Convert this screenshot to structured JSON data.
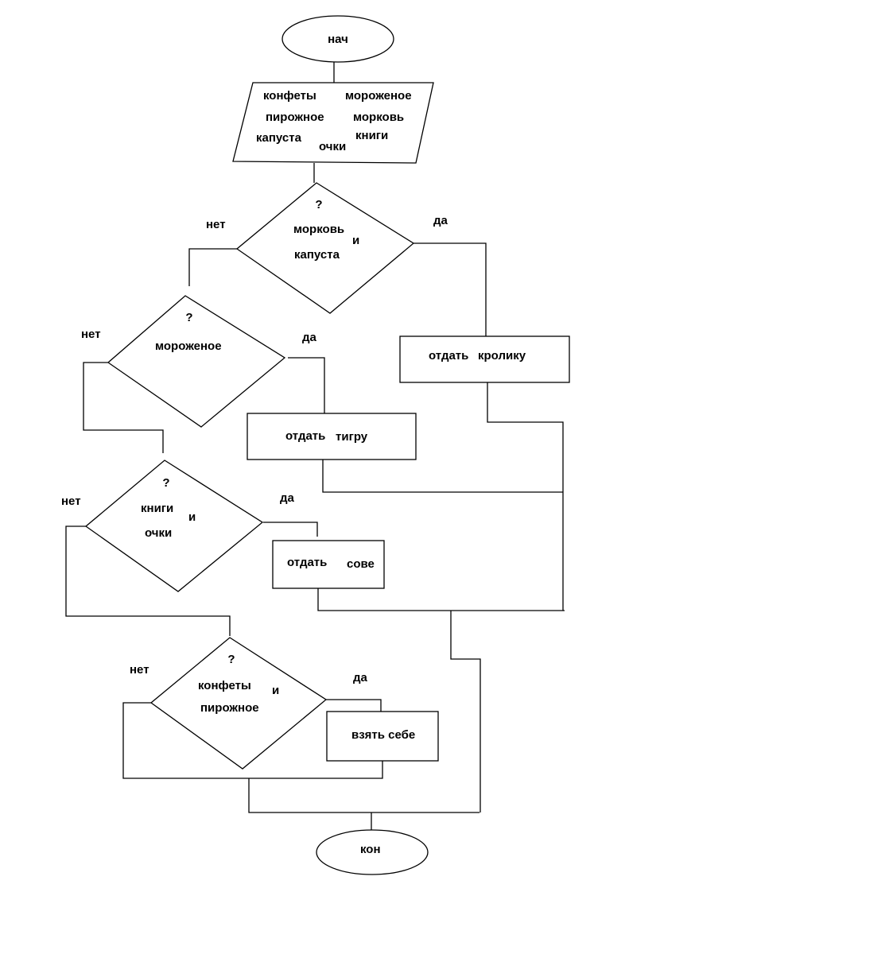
{
  "start": {
    "label": "нач"
  },
  "input": {
    "items": [
      "конфеты",
      "мороженое",
      "пирожное",
      "морковь",
      "капуста",
      "книги",
      "очки"
    ]
  },
  "decision1": {
    "q": "?",
    "line1": "морковь",
    "conj": "и",
    "line2": "капуста",
    "yes": "да",
    "no": "нет"
  },
  "decision2": {
    "q": "?",
    "line1": "мороженое",
    "yes": "да",
    "no": "нет"
  },
  "decision3": {
    "q": "?",
    "line1": "книги",
    "conj": "и",
    "line2": "очки",
    "yes": "да",
    "no": "нет"
  },
  "decision4": {
    "q": "?",
    "line1": "конфеты",
    "conj": "и",
    "line2": "пирожное",
    "yes": "да",
    "no": "нет"
  },
  "action_rabbit": {
    "w1": "отдать",
    "w2": "кролику"
  },
  "action_tiger": {
    "w1": "отдать",
    "w2": "тигру"
  },
  "action_owl": {
    "w1": "отдать",
    "w2": "сове"
  },
  "action_self": {
    "label": "взять себе"
  },
  "end": {
    "label": "кон"
  }
}
